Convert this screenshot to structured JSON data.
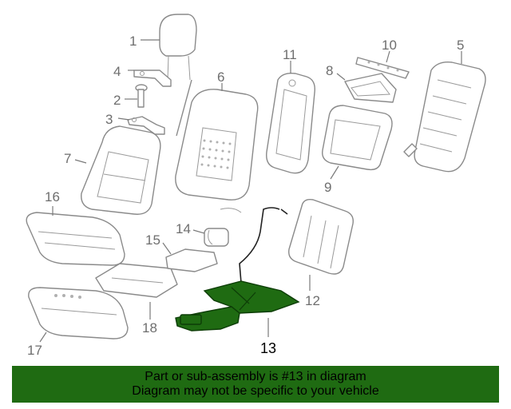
{
  "callouts": [
    "1",
    "2",
    "3",
    "4",
    "5",
    "6",
    "7",
    "8",
    "9",
    "10",
    "11",
    "12",
    "13",
    "14",
    "15",
    "16",
    "17",
    "18"
  ],
  "highlighted_part": "13",
  "banner": {
    "line1": "Part or sub-assembly is #13 in diagram",
    "line2": "Diagram may not be specific to your vehicle"
  },
  "colors": {
    "banner_bg": "#1f6b12",
    "highlight_fill": "#1f6b12",
    "part_stroke": "#8a8a8a"
  }
}
